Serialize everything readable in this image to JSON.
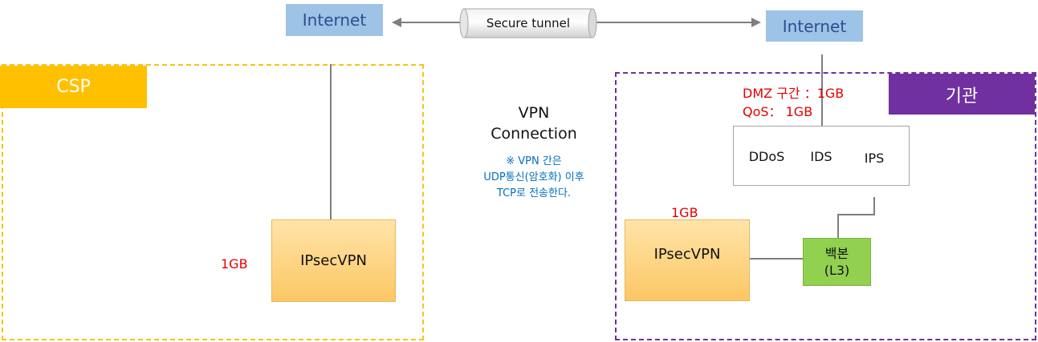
{
  "internet_left": "Internet",
  "internet_right": "Internet",
  "tunnel_label": "Secure tunnel",
  "csp": {
    "tag": "CSP",
    "bandwidth": "1GB",
    "vpn_label": "IPsecVPN"
  },
  "vpn_connection": {
    "title_line1": "VPN",
    "title_line2": "Connection",
    "note_line1": "※ VPN 간은",
    "note_line2": "UDP통신(암호화) 이후",
    "note_line3": "TCP로 전송한다."
  },
  "org": {
    "tag": "기관",
    "dmz_label": "DMZ 구간 ：1GB",
    "qos_label": "QoS： 1GB",
    "security": [
      "DDoS",
      "IDS",
      "IPS"
    ],
    "vpn_bandwidth": "1GB",
    "vpn_label": "IPsecVPN",
    "backbone_line1": "백본",
    "backbone_line2": "(L3)"
  },
  "colors": {
    "csp_zone": "#f5c518",
    "org_zone": "#7030a0",
    "internet_fill": "#9dc3e6",
    "vpn_fill": "#fcc765",
    "backbone_fill": "#92d050",
    "bandwidth_text": "#e30000",
    "note_text": "#0070c0"
  }
}
